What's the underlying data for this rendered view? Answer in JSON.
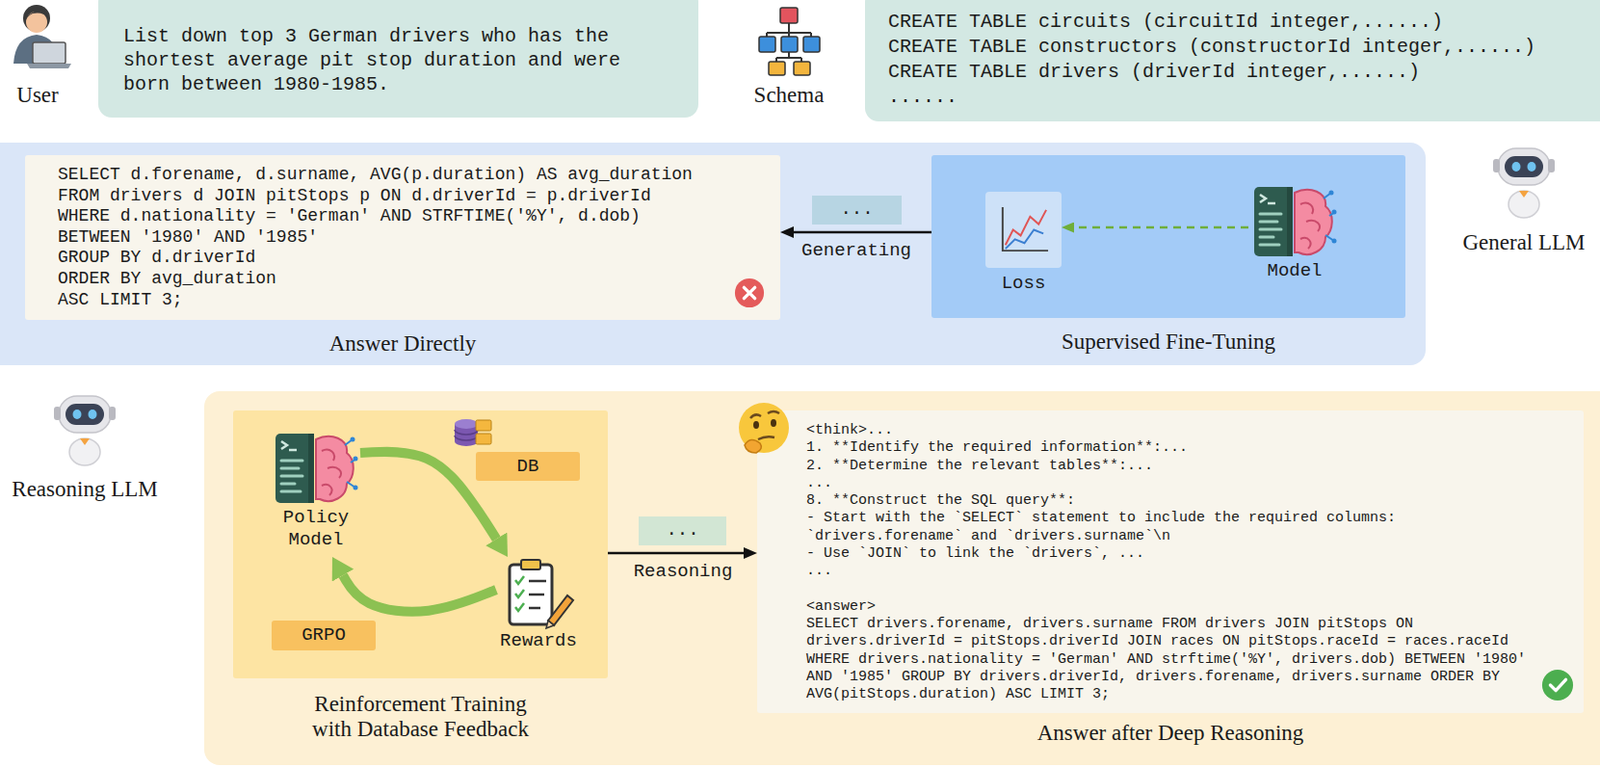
{
  "diagram": {
    "nodes": [
      {
        "text": [
          "List down top 3 German drivers who has the shortest average pit stop duration and were born between 1980-1985."
        ]
      },
      {
        "text": [
          "CREATE TABLE circuits (circuitId integer,......)",
          "CREATE TABLE constructors (constructorId integer,......)",
          "CREATE TABLE drivers (driverId integer,......)",
          "......"
        ]
      },
      {
        "text": [
          "SELECT d.forename, d.surname, AVG(p.duration) AS avg_duration",
          "FROM drivers d JOIN pitStops p ON d.driverId = p.driverId",
          "WHERE d.nationality = 'German' AND STRFTIME('%Y', d.dob)",
          "BETWEEN '1980' AND '1985'",
          "GROUP BY d.driverId",
          "ORDER BY avg_duration",
          "ASC LIMIT 3;",
          "Answer Directly"
        ]
      },
      {
        "text": [
          "Supervised Fine-Tuning"
        ]
      },
      {
        "text": [
          "Loss"
        ],
        "in": 3
      },
      {
        "text": [
          "Model"
        ],
        "in": 3
      },
      {
        "text": [
          "Reinforcement Training with Database Feedback"
        ]
      },
      {
        "text": [
          "Policy Model"
        ],
        "in": 6
      },
      {
        "text": [
          "DB"
        ],
        "in": 6
      },
      {
        "text": [
          "GRPO"
        ],
        "in": 6
      },
      {
        "text": [
          "Rewards"
        ],
        "in": 6
      },
      {
        "text": [
          "<think>...",
          "1. **Identify the required information**:...",
          "2. **Determine the relevant tables**:...",
          "...",
          "8. **Construct the SQL query**:",
          "- Start with the `SELECT` statement to include the required columns:",
          "`drivers.forename` and `drivers.surname`\\n",
          "- Use `JOIN` to link the `drivers`, ...",
          "...",
          "<answer>",
          "SELECT drivers.forename, drivers.surname FROM drivers JOIN pitStops ON drivers.driverId = pitStops.driverId JOIN races ON pitStops.raceId = races.raceId WHERE drivers.nationality = 'German' AND strftime('%Y', drivers.dob) BETWEEN '1980' AND '1985' GROUP BY drivers.driverId, drivers.forename, drivers.surname ORDER BY AVG(pitStops.duration) ASC LIMIT 3;",
          "Answer after Deep Reasoning"
        ]
      }
    ],
    "edges": [
      {
        "from": 3,
        "to": 2,
        "arrow": "to",
        "label": "Generating"
      },
      {
        "from": 5,
        "to": 4,
        "arrow": "to"
      },
      {
        "from": 7,
        "to": 10,
        "arrow": "to"
      },
      {
        "from": 10,
        "to": 7,
        "arrow": "to"
      },
      {
        "from": 6,
        "to": 11,
        "arrow": "to",
        "label": "Reasoning"
      }
    ],
    "labels": [
      "User",
      "Schema",
      "...",
      "General LLM",
      "Reasoning LLM",
      "..."
    ]
  }
}
